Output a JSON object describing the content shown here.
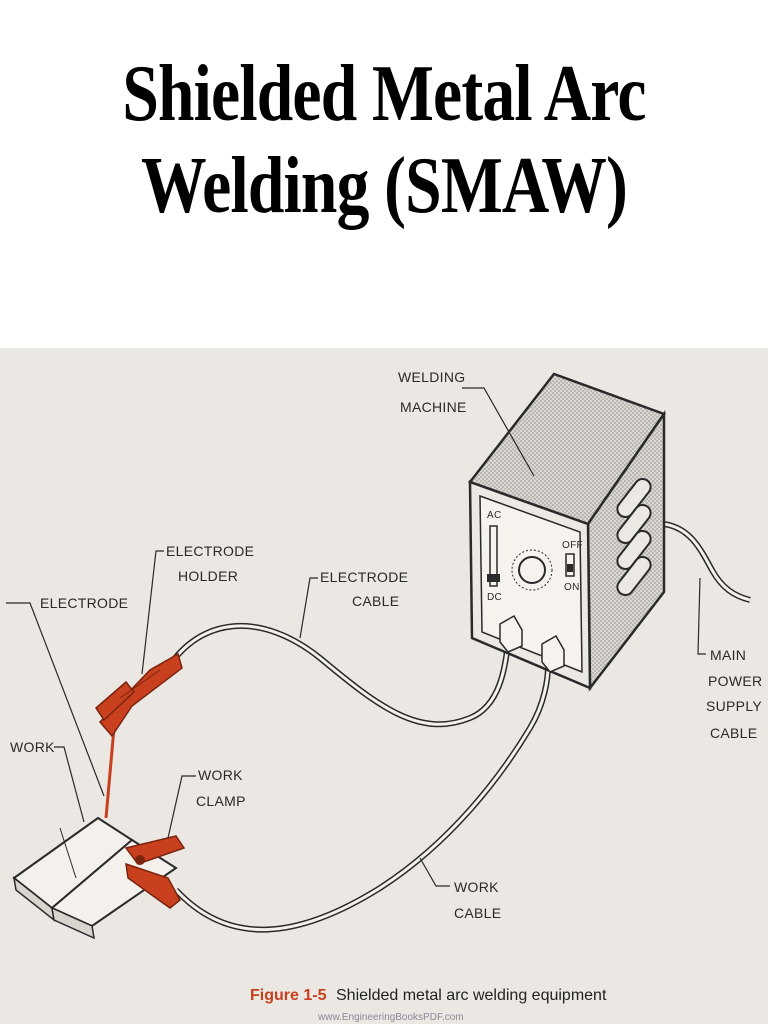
{
  "title": {
    "line1": "Shielded Metal Arc",
    "line2": "Welding (SMAW)"
  },
  "diagram": {
    "labels": {
      "welding_machine_1": "WELDING",
      "welding_machine_2": "MACHINE",
      "electrode_holder_1": "ELECTRODE",
      "electrode_holder_2": "HOLDER",
      "electrode": "ELECTRODE",
      "electrode_cable_1": "ELECTRODE",
      "electrode_cable_2": "CABLE",
      "work": "WORK",
      "work_clamp_1": "WORK",
      "work_clamp_2": "CLAMP",
      "work_cable_1": "WORK",
      "work_cable_2": "CABLE",
      "main_power_1": "MAIN",
      "main_power_2": "POWER",
      "main_power_3": "SUPPLY",
      "main_power_4": "CABLE",
      "panel_ac": "AC",
      "panel_dc": "DC",
      "panel_off": "OFF",
      "panel_on": "ON"
    },
    "caption_number": "Figure 1-5",
    "caption_text": "Shielded metal arc welding equipment",
    "watermark": "www.EngineeringBooksPDF.com"
  },
  "colors": {
    "clamp_red": "#c8401e",
    "figure_bg": "#ebe7e2",
    "ink": "#2a2a2a"
  }
}
